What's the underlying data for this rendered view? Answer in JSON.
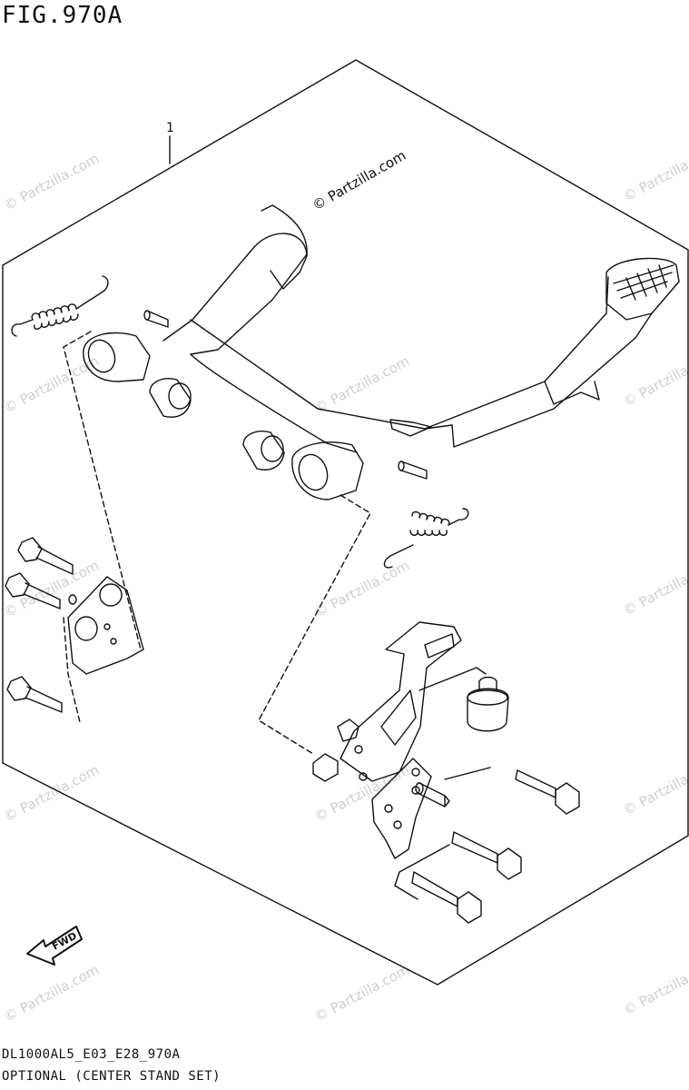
{
  "figure": {
    "title": "FIG.970A",
    "callout_number": "1",
    "copyright_label": "© Partzilla.com",
    "fwd_label": "FWD"
  },
  "footer": {
    "code": "DL1000AL5_E03_E28_970A",
    "title": "OPTIONAL (CENTER STAND SET)"
  },
  "watermark": {
    "text": "© Partzilla.com",
    "color": "#cfcfcf"
  },
  "colors": {
    "line": "#111111",
    "background": "#ffffff"
  }
}
